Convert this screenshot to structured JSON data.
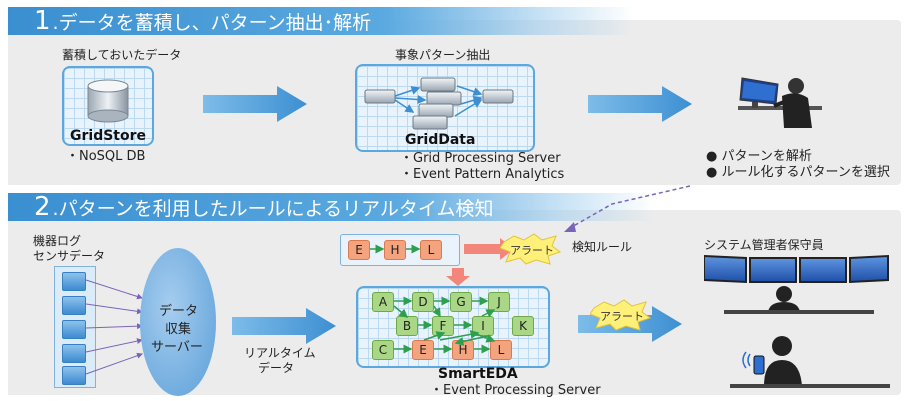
{
  "section1": {
    "number": "1",
    "title": ".データを蓄積し、パターン抽出･解析",
    "stored_data_label": "蓄積しておいたデータ",
    "gridstore_name": "GridStore",
    "gridstore_bullet": "・NoSQL DB",
    "pattern_extract_label": "事象パターン抽出",
    "griddata_name": "GridData",
    "griddata_bullets": [
      "・Grid Processing Server",
      "・Event Pattern Analytics"
    ],
    "analysis_bullets": [
      "● パターンを解析",
      "● ルール化するパターンを選択"
    ]
  },
  "section2": {
    "number": "2",
    "title": ".パターンを利用したルールによるリアルタイム検知",
    "device_label_line1": "機器ログ",
    "device_label_line2": "センサデータ",
    "collector_line1": "データ",
    "collector_line2": "収集",
    "collector_line3": "サーバー",
    "realtime_line1": "リアルタイム",
    "realtime_line2": "データ",
    "rule_label": "検知ルール",
    "alert_label": "アラート",
    "rule_nodes": [
      "E",
      "H",
      "L"
    ],
    "eda_nodes": [
      "A",
      "D",
      "G",
      "J",
      "B",
      "F",
      "I",
      "K",
      "C",
      "E",
      "H",
      "L"
    ],
    "smarteda_name": "SmartEDA",
    "smarteda_bullet": "・Event Processing Server",
    "admin_label": "システム管理者保守員"
  },
  "colors": {
    "header_blue": "#3a8fd0",
    "grid_border": "#5ba7df",
    "node_green": "#a9d786",
    "node_orange": "#f3a47e",
    "arrow_blue": "#5aa9e0",
    "arrow_green": "#2e9f4f",
    "alert_yellow": "#fff07a"
  }
}
